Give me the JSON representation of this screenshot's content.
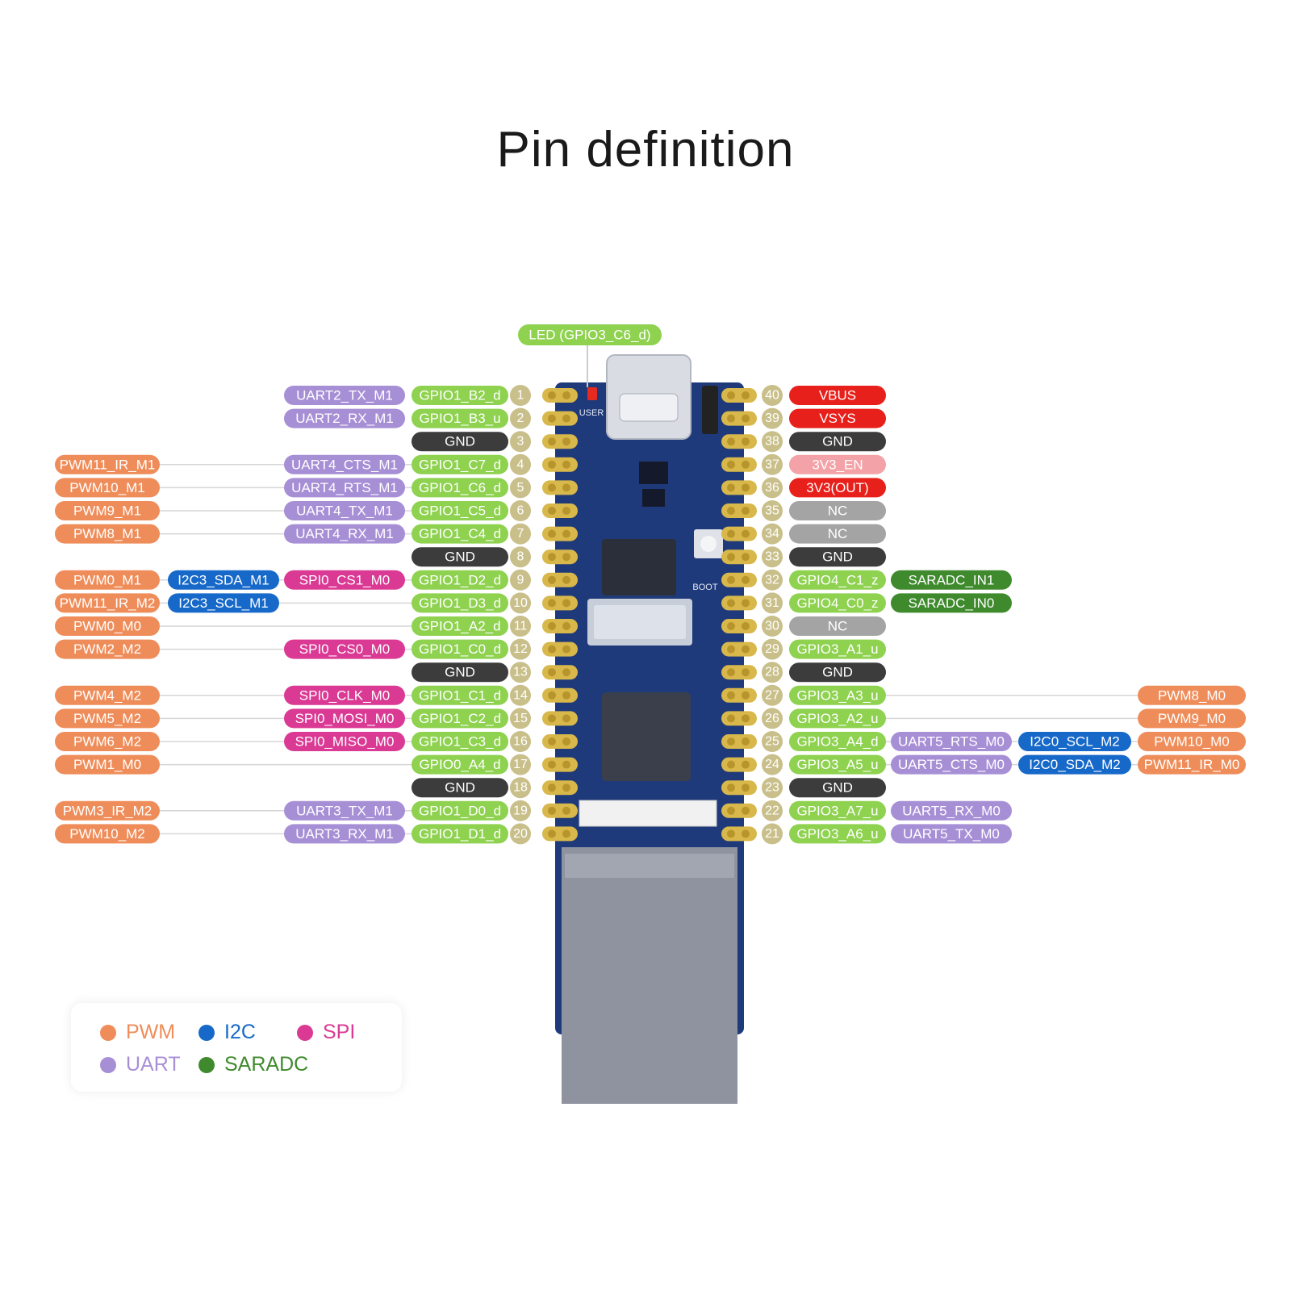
{
  "title": "Pin definition",
  "colors": {
    "pwm": "#ef8d5a",
    "uart": "#a78fd6",
    "i2c": "#1769c9",
    "spi": "#da3a94",
    "gpio": "#8ed24f",
    "saradc": "#3f8a2d",
    "gnd": "#3c3c3c",
    "power": "#e8201b",
    "en": "#f3a3a8",
    "nc": "#a4a4a4",
    "pin_num": "#c9bf8a",
    "board": "#1f3a7a",
    "ethernet": "#8f939f"
  },
  "board": {
    "led_label": "LED (GPIO3_C6_d)",
    "user_label": "USER",
    "boot_label": "BOOT"
  },
  "left_pins": [
    {
      "num": "1",
      "labels": [
        {
          "t": "UART2_TX_M1",
          "c": "uart"
        },
        {
          "t": "GPIO1_B2_d",
          "c": "gpio"
        }
      ]
    },
    {
      "num": "2",
      "labels": [
        {
          "t": "UART2_RX_M1",
          "c": "uart"
        },
        {
          "t": "GPIO1_B3_u",
          "c": "gpio"
        }
      ]
    },
    {
      "num": "3",
      "labels": [
        {
          "t": "GND",
          "c": "gnd"
        }
      ]
    },
    {
      "num": "4",
      "labels": [
        {
          "t": "PWM11_IR_M1",
          "c": "pwm"
        },
        {
          "t": "UART4_CTS_M1",
          "c": "uart"
        },
        {
          "t": "GPIO1_C7_d",
          "c": "gpio"
        }
      ]
    },
    {
      "num": "5",
      "labels": [
        {
          "t": "PWM10_M1",
          "c": "pwm"
        },
        {
          "t": "UART4_RTS_M1",
          "c": "uart"
        },
        {
          "t": "GPIO1_C6_d",
          "c": "gpio"
        }
      ]
    },
    {
      "num": "6",
      "labels": [
        {
          "t": "PWM9_M1",
          "c": "pwm"
        },
        {
          "t": "UART4_TX_M1",
          "c": "uart"
        },
        {
          "t": "GPIO1_C5_d",
          "c": "gpio"
        }
      ]
    },
    {
      "num": "7",
      "labels": [
        {
          "t": "PWM8_M1",
          "c": "pwm"
        },
        {
          "t": "UART4_RX_M1",
          "c": "uart"
        },
        {
          "t": "GPIO1_C4_d",
          "c": "gpio"
        }
      ]
    },
    {
      "num": "8",
      "labels": [
        {
          "t": "GND",
          "c": "gnd"
        }
      ]
    },
    {
      "num": "9",
      "labels": [
        {
          "t": "PWM0_M1",
          "c": "pwm"
        },
        {
          "t": "I2C3_SDA_M1",
          "c": "i2c"
        },
        {
          "t": "SPI0_CS1_M0",
          "c": "spi"
        },
        {
          "t": "GPIO1_D2_d",
          "c": "gpio"
        }
      ]
    },
    {
      "num": "10",
      "labels": [
        {
          "t": "PWM11_IR_M2",
          "c": "pwm"
        },
        {
          "t": "I2C3_SCL_M1",
          "c": "i2c"
        },
        {
          "t": "GPIO1_D3_d",
          "c": "gpio"
        }
      ]
    },
    {
      "num": "11",
      "labels": [
        {
          "t": "PWM0_M0",
          "c": "pwm"
        },
        {
          "t": "GPIO1_A2_d",
          "c": "gpio"
        }
      ]
    },
    {
      "num": "12",
      "labels": [
        {
          "t": "PWM2_M2",
          "c": "pwm"
        },
        {
          "t": "SPI0_CS0_M0",
          "c": "spi"
        },
        {
          "t": "GPIO1_C0_d",
          "c": "gpio"
        }
      ]
    },
    {
      "num": "13",
      "labels": [
        {
          "t": "GND",
          "c": "gnd"
        }
      ]
    },
    {
      "num": "14",
      "labels": [
        {
          "t": "PWM4_M2",
          "c": "pwm"
        },
        {
          "t": "SPI0_CLK_M0",
          "c": "spi"
        },
        {
          "t": "GPIO1_C1_d",
          "c": "gpio"
        }
      ]
    },
    {
      "num": "15",
      "labels": [
        {
          "t": "PWM5_M2",
          "c": "pwm"
        },
        {
          "t": "SPI0_MOSI_M0",
          "c": "spi"
        },
        {
          "t": "GPIO1_C2_d",
          "c": "gpio"
        }
      ]
    },
    {
      "num": "16",
      "labels": [
        {
          "t": "PWM6_M2",
          "c": "pwm"
        },
        {
          "t": "SPI0_MISO_M0",
          "c": "spi"
        },
        {
          "t": "GPIO1_C3_d",
          "c": "gpio"
        }
      ]
    },
    {
      "num": "17",
      "labels": [
        {
          "t": "PWM1_M0",
          "c": "pwm"
        },
        {
          "t": "GPIO0_A4_d",
          "c": "gpio"
        }
      ]
    },
    {
      "num": "18",
      "labels": [
        {
          "t": "GND",
          "c": "gnd"
        }
      ]
    },
    {
      "num": "19",
      "labels": [
        {
          "t": "PWM3_IR_M2",
          "c": "pwm"
        },
        {
          "t": "UART3_TX_M1",
          "c": "uart"
        },
        {
          "t": "GPIO1_D0_d",
          "c": "gpio"
        }
      ]
    },
    {
      "num": "20",
      "labels": [
        {
          "t": "PWM10_M2",
          "c": "pwm"
        },
        {
          "t": "UART3_RX_M1",
          "c": "uart"
        },
        {
          "t": "GPIO1_D1_d",
          "c": "gpio"
        }
      ]
    }
  ],
  "right_pins": [
    {
      "num": "40",
      "labels": [
        {
          "t": "VBUS",
          "c": "power"
        }
      ]
    },
    {
      "num": "39",
      "labels": [
        {
          "t": "VSYS",
          "c": "power"
        }
      ]
    },
    {
      "num": "38",
      "labels": [
        {
          "t": "GND",
          "c": "gnd"
        }
      ]
    },
    {
      "num": "37",
      "labels": [
        {
          "t": "3V3_EN",
          "c": "en"
        }
      ]
    },
    {
      "num": "36",
      "labels": [
        {
          "t": "3V3(OUT)",
          "c": "power"
        }
      ]
    },
    {
      "num": "35",
      "labels": [
        {
          "t": "NC",
          "c": "nc"
        }
      ]
    },
    {
      "num": "34",
      "labels": [
        {
          "t": "NC",
          "c": "nc"
        }
      ]
    },
    {
      "num": "33",
      "labels": [
        {
          "t": "GND",
          "c": "gnd"
        }
      ]
    },
    {
      "num": "32",
      "labels": [
        {
          "t": "GPIO4_C1_z",
          "c": "gpio"
        },
        {
          "t": "SARADC_IN1",
          "c": "saradc"
        }
      ]
    },
    {
      "num": "31",
      "labels": [
        {
          "t": "GPIO4_C0_z",
          "c": "gpio"
        },
        {
          "t": "SARADC_IN0",
          "c": "saradc"
        }
      ]
    },
    {
      "num": "30",
      "labels": [
        {
          "t": "NC",
          "c": "nc"
        }
      ]
    },
    {
      "num": "29",
      "labels": [
        {
          "t": "GPIO3_A1_u",
          "c": "gpio"
        }
      ]
    },
    {
      "num": "28",
      "labels": [
        {
          "t": "GND",
          "c": "gnd"
        }
      ]
    },
    {
      "num": "27",
      "labels": [
        {
          "t": "GPIO3_A3_u",
          "c": "gpio"
        },
        {
          "t": "PWM8_M0",
          "c": "pwm"
        }
      ]
    },
    {
      "num": "26",
      "labels": [
        {
          "t": "GPIO3_A2_u",
          "c": "gpio"
        },
        {
          "t": "PWM9_M0",
          "c": "pwm"
        }
      ]
    },
    {
      "num": "25",
      "labels": [
        {
          "t": "GPIO3_A4_d",
          "c": "gpio"
        },
        {
          "t": "UART5_RTS_M0",
          "c": "uart"
        },
        {
          "t": "I2C0_SCL_M2",
          "c": "i2c"
        },
        {
          "t": "PWM10_M0",
          "c": "pwm"
        }
      ]
    },
    {
      "num": "24",
      "labels": [
        {
          "t": "GPIO3_A5_u",
          "c": "gpio"
        },
        {
          "t": "UART5_CTS_M0",
          "c": "uart"
        },
        {
          "t": "I2C0_SDA_M2",
          "c": "i2c"
        },
        {
          "t": "PWM11_IR_M0",
          "c": "pwm"
        }
      ]
    },
    {
      "num": "23",
      "labels": [
        {
          "t": "GND",
          "c": "gnd"
        }
      ]
    },
    {
      "num": "22",
      "labels": [
        {
          "t": "GPIO3_A7_u",
          "c": "gpio"
        },
        {
          "t": "UART5_RX_M0",
          "c": "uart"
        }
      ]
    },
    {
      "num": "21",
      "labels": [
        {
          "t": "GPIO3_A6_u",
          "c": "gpio"
        },
        {
          "t": "UART5_TX_M0",
          "c": "uart"
        }
      ]
    }
  ],
  "legend": [
    {
      "label": "PWM",
      "c": "pwm"
    },
    {
      "label": "I2C",
      "c": "i2c"
    },
    {
      "label": "SPI",
      "c": "spi"
    },
    {
      "label": "UART",
      "c": "uart"
    },
    {
      "label": "SARADC",
      "c": "saradc"
    }
  ]
}
